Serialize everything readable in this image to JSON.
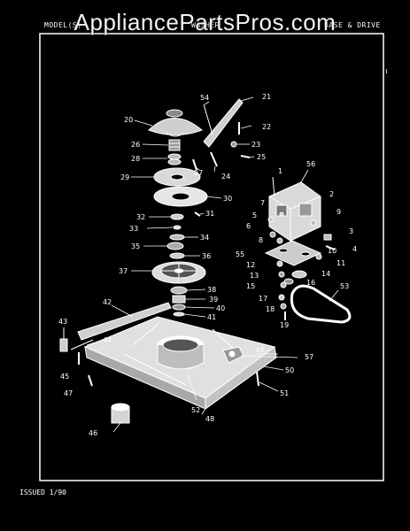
{
  "watermark": "AppliancePartsPros.com",
  "header": {
    "left": "MODEL(S)",
    "middle": "WASHER",
    "right": "BASE & DRIVE"
  },
  "footer": {
    "issued": "ISSUED 1/90"
  },
  "callouts": [
    "1",
    "2",
    "3",
    "4",
    "5",
    "6",
    "7",
    "8",
    "9",
    "10",
    "11",
    "12",
    "13",
    "14",
    "15",
    "16",
    "17",
    "18",
    "19",
    "20",
    "21",
    "22",
    "23",
    "24",
    "25",
    "26",
    "27",
    "28",
    "29",
    "30",
    "31",
    "32",
    "33",
    "34",
    "35",
    "36",
    "37",
    "38",
    "39",
    "40",
    "41",
    "42",
    "43",
    "44",
    "45",
    "46",
    "47",
    "48",
    "49",
    "50",
    "51",
    "52",
    "53",
    "54",
    "55",
    "56",
    "57"
  ],
  "colors": {
    "background": "#000000",
    "line": "#ffffff"
  }
}
